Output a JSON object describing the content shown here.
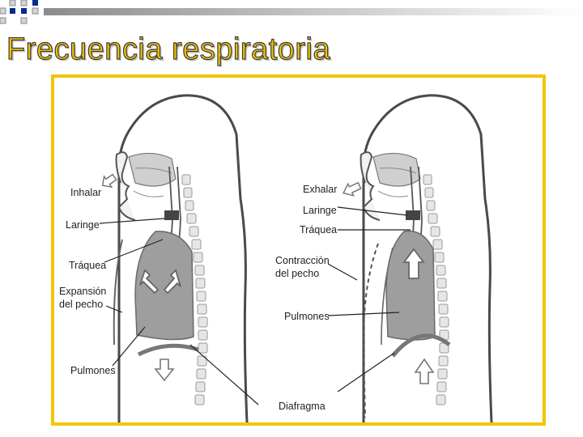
{
  "slide": {
    "title": "Frecuencia respiratoria"
  },
  "left_panel": {
    "inhale": "Inhalar",
    "larynx": "Laringe",
    "trachea": "Tráquea",
    "chest_expansion_line1": "Expansión",
    "chest_expansion_line2": "del pecho",
    "lungs": "Pulmones"
  },
  "right_panel": {
    "exhale": "Exhalar",
    "larynx": "Laringe",
    "trachea": "Tráquea",
    "chest_contraction_line1": "Contracción",
    "chest_contraction_line2": "del pecho",
    "lungs": "Pulmones",
    "diaphragm": "Diafragma"
  },
  "colors": {
    "accent": "#f5c400",
    "frame": "#f5c400",
    "tile_blue": "#0a2a8a",
    "tile_gray": "#b8b8b8"
  }
}
